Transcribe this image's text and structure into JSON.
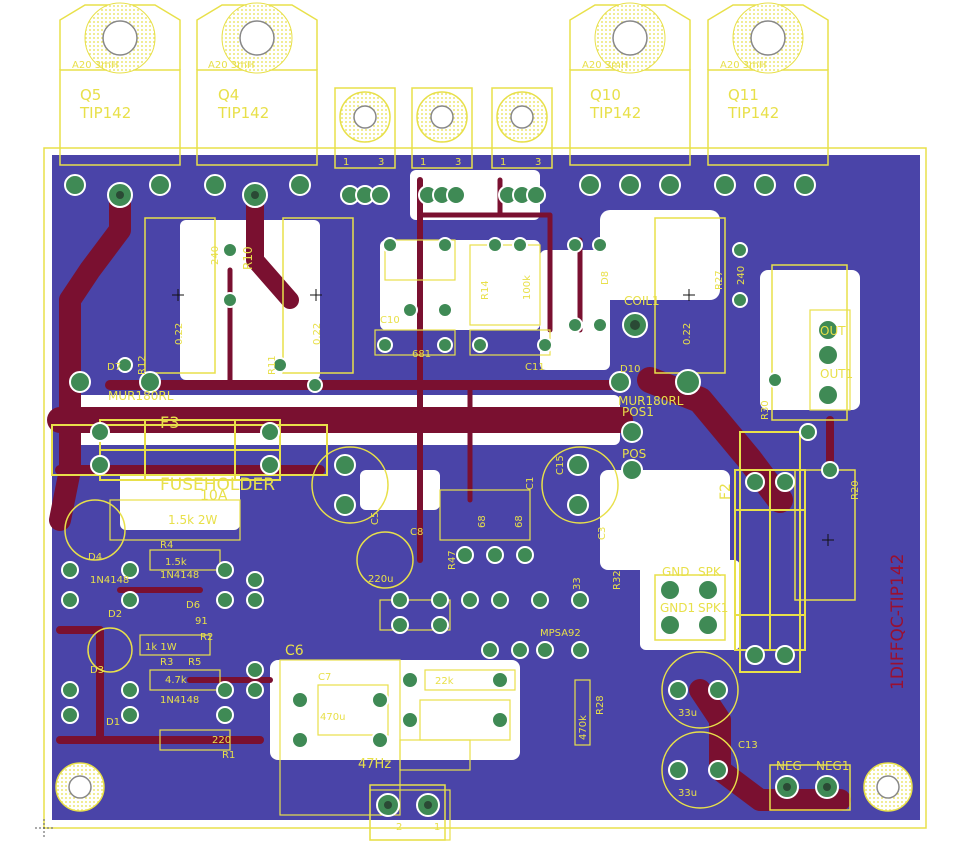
{
  "board_name": "1DIFFQC-TIP142",
  "transistors": [
    {
      "ref": "Q5",
      "value": "TIP142",
      "pkg": "A20 3mH"
    },
    {
      "ref": "Q4",
      "value": "TIP142",
      "pkg": "A20 3mH"
    },
    {
      "ref": "Q10",
      "value": "TIP142",
      "pkg": "A20 3mH"
    },
    {
      "ref": "Q11",
      "value": "TIP142",
      "pkg": "A20 3mH"
    }
  ],
  "labels": {
    "r12": "R12",
    "r10": "R10",
    "r240a": "240",
    "r11": "R11",
    "q22a": "0.22",
    "q22b": "0.22",
    "q22c": "0.22",
    "d7": "D7",
    "mur_a": "MUR180RL",
    "mur_b": "MUR180RL",
    "f3": "F3",
    "fuse_a": "FUSEHOLDER",
    "fuse_10a": "10A",
    "res_15k": "1.5k 2W",
    "r4": "R4",
    "r15k": "1.5k",
    "n4148a": "1N4148",
    "n4148b": "1N4148",
    "n4148c": "1N4148",
    "d4": "D4",
    "d2": "D2",
    "d6": "D6",
    "d3": "D3",
    "d1": "D1",
    "r91": "91",
    "r2": "R2",
    "r47k": "4.7k",
    "r1w": "1k 1W",
    "r3": "R3",
    "r5": "R5",
    "r220": "220",
    "r1": "R1",
    "c6": "C6",
    "c7": "C7",
    "c470": "470u",
    "c8": "C8",
    "c220": "220u",
    "c5": "C5",
    "r14": "R14",
    "r100k": "100k",
    "c11": "C11",
    "c10": "C10",
    "r681": "681",
    "r68": "68",
    "c1": "C1",
    "c3": "C3",
    "c15": "C15",
    "r22k": "22k",
    "r47": "R47",
    "r33": "33",
    "r32": "R32",
    "r28": "R28",
    "r470k": "470k",
    "mpsa": "MPSA92",
    "coil1": "COIL1",
    "r27": "R27",
    "r240b": "240",
    "d10": "D10",
    "d8": "D8",
    "pos": "POS",
    "pos1": "POS1",
    "f2": "F2",
    "r20": "R20",
    "r30": "R30",
    "out": "OUT",
    "out1": "OUT1",
    "gnd": "GND",
    "gnd1": "GND1",
    "spk": "SPK",
    "spk1": "SPK1",
    "c33a": "33u",
    "c33b": "33u",
    "c13": "C13",
    "neg": "NEG",
    "neg1": "NEG1",
    "n1": "1",
    "n2": "2",
    "n3": "3",
    "trimmer": "47Hz",
    "pin1": "1",
    "pin2": "2"
  },
  "colors": {
    "background": "#ffffff",
    "copper_pour": "#4a44a8",
    "bottom_trace": "#7a1030",
    "silk": "#e8e04a",
    "pad_ring": "#3f8a55",
    "pad_hole": "#2a4a35"
  }
}
